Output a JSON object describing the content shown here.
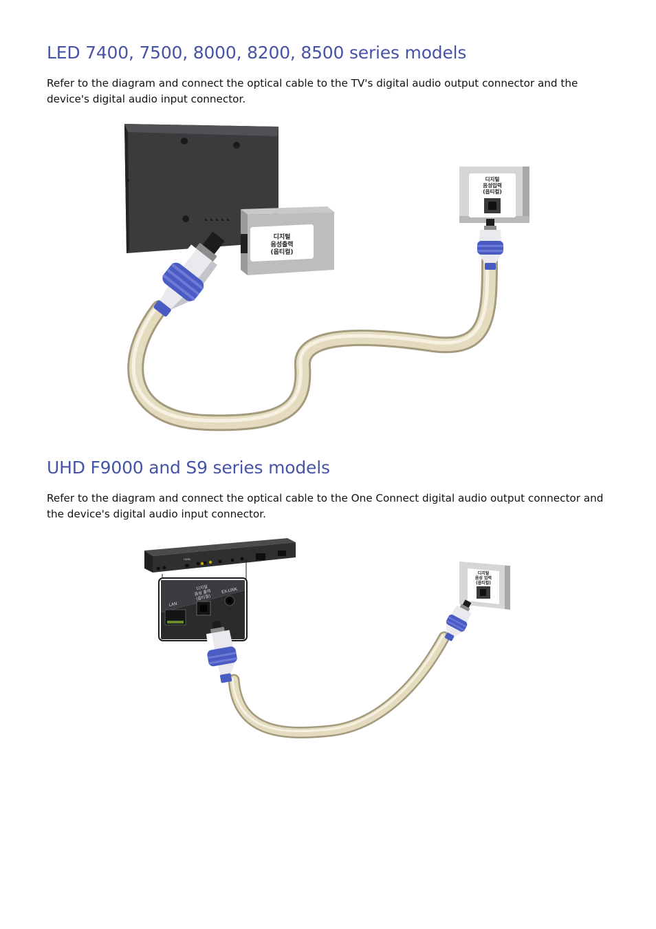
{
  "section1": {
    "title": "LED 7400, 7500, 8000, 8200, 8500 series models",
    "body": "Refer to the diagram and connect the optical cable to the TV's digital audio output connector and the device's digital audio input connector.",
    "tv_port_label": [
      "디지털",
      "음성출력",
      "(옵티컬)"
    ],
    "device_port_label": [
      "디지털",
      "음성입력",
      "(옵티컬)"
    ]
  },
  "section2": {
    "title": "UHD F9000 and S9 series models",
    "body": "Refer to the diagram and connect the optical cable to the One Connect digital audio output connector and the device's digital audio input connector.",
    "oneconnect_port_label": [
      "디지털",
      "음성 출력",
      "(옵티컬)"
    ],
    "lan_label": "LAN",
    "exlink_label": "EX-LINK",
    "device_port_label": [
      "디지털",
      "음성 입력",
      "(옵티컬)"
    ]
  },
  "colors": {
    "heading": "#4653a6",
    "cable": "#e5dcc0",
    "connector_band": "#4b5bc4"
  }
}
